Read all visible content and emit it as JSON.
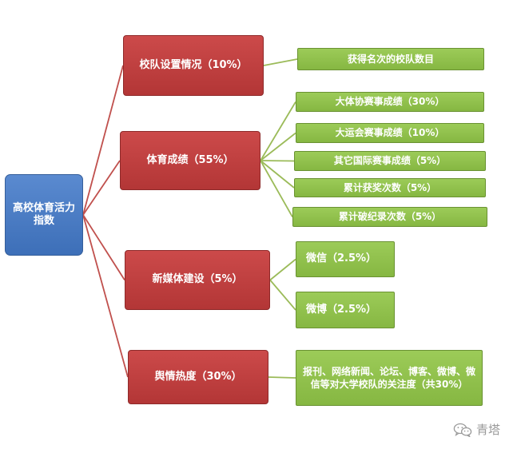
{
  "root": {
    "label": "高校体育活力指数"
  },
  "categories": [
    {
      "label": "校队设置情况（10%）",
      "children": [
        "获得名次的校队数目"
      ]
    },
    {
      "label": "体育成绩（55%）",
      "children": [
        "大体协赛事成绩（30%）",
        "大运会赛事成绩（10%）",
        "其它国际赛事成绩（5%）",
        "累计获奖次数（5%）",
        "累计破纪录次数（5%）"
      ]
    },
    {
      "label": "新媒体建设（5%）",
      "children": [
        "微信（2.5%）",
        "微博（2.5%）"
      ]
    },
    {
      "label": "舆情热度（30%）",
      "children": [
        "报刊、网络新闻、论坛、博客、微博、微信等对大学校队的关注度（共30%）"
      ]
    }
  ],
  "watermark": {
    "text": "青塔",
    "icon": "wechat-icon"
  },
  "colors": {
    "root": "#4a7cc4",
    "category": "#c0403f",
    "leaf": "#92c04f",
    "root_line": "#c0504d",
    "leaf_line": "#9bbb59"
  }
}
